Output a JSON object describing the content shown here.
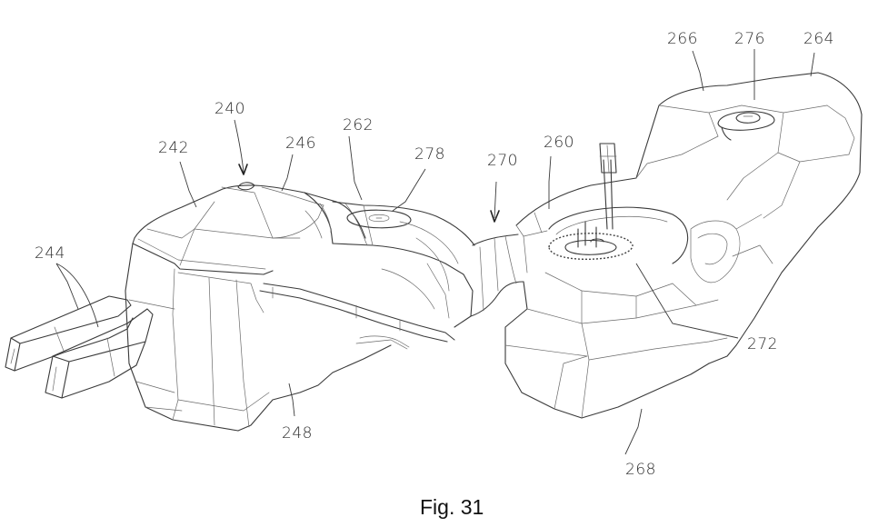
{
  "figure": {
    "caption": "Fig. 31",
    "references": [
      {
        "id": "ref-240",
        "label": "240"
      },
      {
        "id": "ref-242",
        "label": "242"
      },
      {
        "id": "ref-244",
        "label": "244"
      },
      {
        "id": "ref-246",
        "label": "246"
      },
      {
        "id": "ref-248",
        "label": "248"
      },
      {
        "id": "ref-260",
        "label": "260"
      },
      {
        "id": "ref-262",
        "label": "262"
      },
      {
        "id": "ref-264",
        "label": "264"
      },
      {
        "id": "ref-266",
        "label": "266"
      },
      {
        "id": "ref-268",
        "label": "268"
      },
      {
        "id": "ref-270",
        "label": "270"
      },
      {
        "id": "ref-272",
        "label": "272"
      },
      {
        "id": "ref-276",
        "label": "276"
      },
      {
        "id": "ref-278",
        "label": "278"
      }
    ]
  }
}
